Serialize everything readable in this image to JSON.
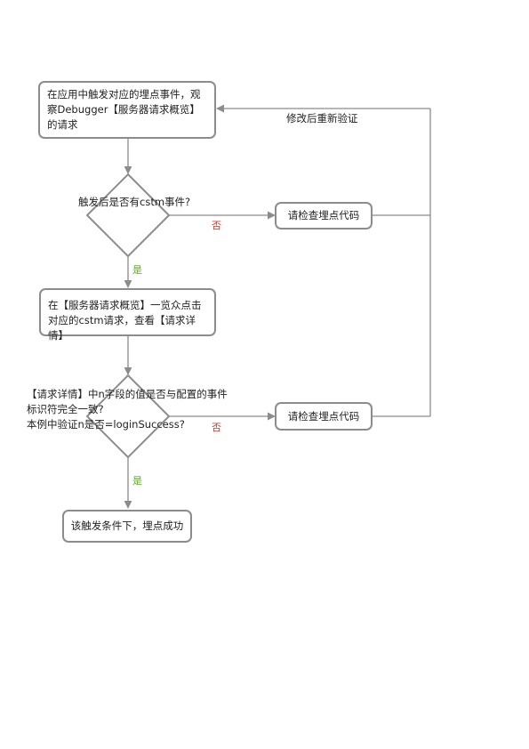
{
  "diagram": {
    "steps": {
      "trigger_event": "在应用中触发对应的埋点事件，观察Debugger【服务器请求概览】的请求",
      "check_cstm": "触发后是否有cstm事件?",
      "check_code_1": "请检查埋点代码",
      "view_request": "在【服务器请求概览】一览众点击对应的cstm请求，查看【请求详情】",
      "check_n_field": "【请求详情】中n字段的值是否与配置的事件标识符完全一致?\n本例中验证n是否=loginSuccess?",
      "check_code_2": "请检查埋点代码",
      "success": "该触发条件下，埋点成功"
    },
    "edge_labels": {
      "no_1": "否",
      "yes_1": "是",
      "no_2": "否",
      "yes_2": "是",
      "retry": "修改后重新验证"
    },
    "colors": {
      "line": "#8c8c8c",
      "no": "#d9362b",
      "yes": "#5aa91f",
      "text": "#222222"
    }
  }
}
